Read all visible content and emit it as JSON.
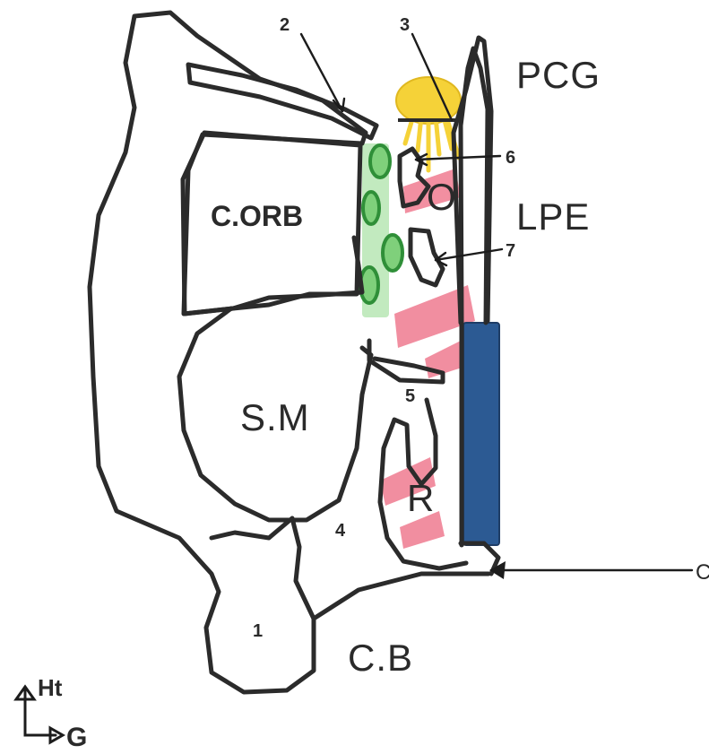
{
  "labels": {
    "pcg": "PCG",
    "lpe": "LPE",
    "corb": "C.ORB",
    "sm": "S.M",
    "cb": "C.B",
    "o": "O",
    "r": "R",
    "n1": "1",
    "n2": "2",
    "n3": "3",
    "n4": "4",
    "n5": "5",
    "n6": "6",
    "n7": "7",
    "edge_mark": "C"
  },
  "orientation": {
    "up": "Ht",
    "right": "G"
  },
  "colors": {
    "outline": "#2b2b2b",
    "green": "#3fb34a",
    "green_fill": "#8fd88a",
    "pink": "#ee6f86",
    "blue": "#2c5a93",
    "yellow": "#f5d238"
  }
}
